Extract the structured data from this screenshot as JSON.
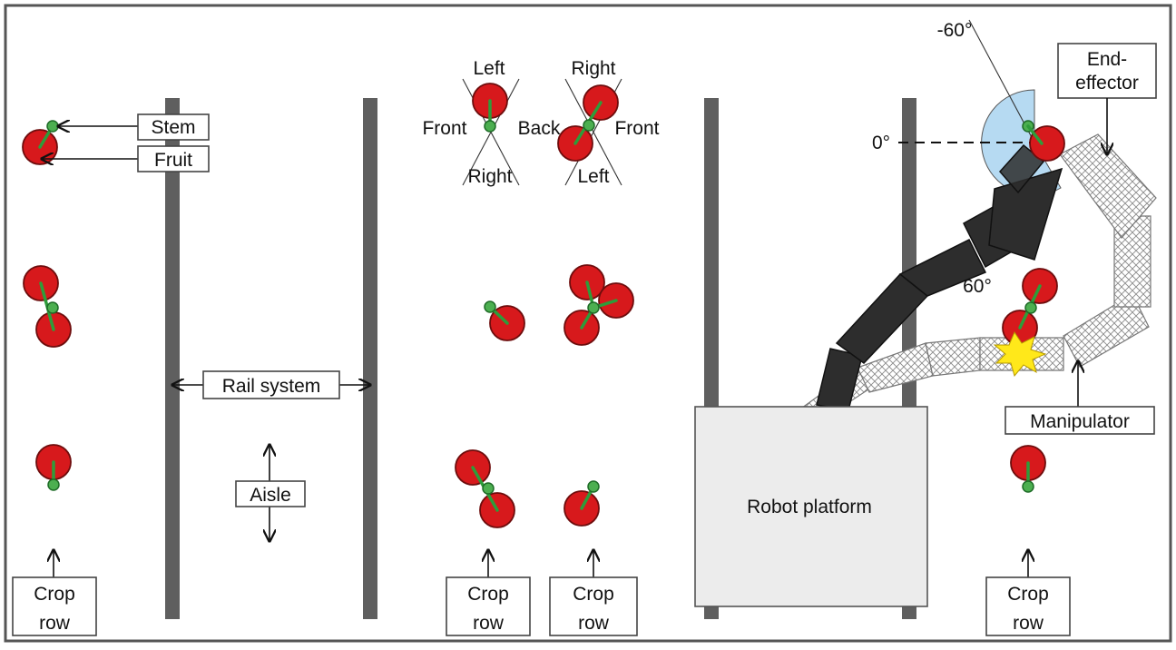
{
  "labels": {
    "stem": "Stem",
    "fruit": "Fruit",
    "rail_system": "Rail system",
    "aisle": "Aisle",
    "crop_row_line1": "Crop",
    "crop_row_line2": "row",
    "left": "Left",
    "right": "Right",
    "front": "Front",
    "back": "Back",
    "robot_platform": "Robot platform",
    "end_effector_line1": "End-",
    "end_effector_line2": "effector",
    "manipulator": "Manipulator",
    "angle_neg60": "-60°",
    "angle_0": "0°",
    "angle_60": "60°"
  },
  "colors": {
    "fruit": "#d7191c",
    "stem": "#4caf50",
    "rail": "#5f5f5f",
    "arm": "#2d2d2d",
    "sector": "#a9d4f0",
    "platform": "#ececec"
  }
}
